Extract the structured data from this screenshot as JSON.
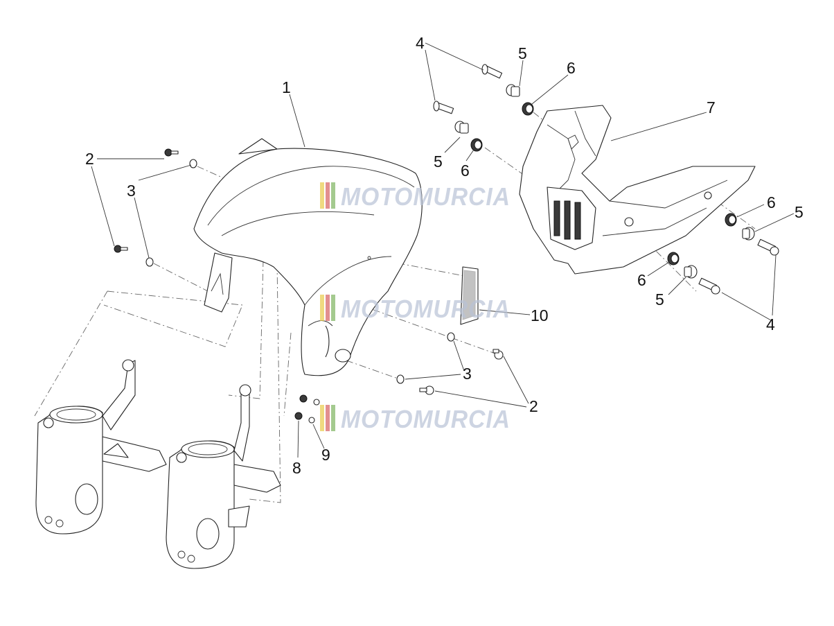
{
  "watermark": {
    "text": "MOTOMURCIA",
    "stripe_colors": [
      "#e9ce55",
      "#d86a6a",
      "#86b86a"
    ]
  },
  "callouts": {
    "c1": "1",
    "c2a": "2",
    "c2b": "2",
    "c3a": "3",
    "c3b": "3",
    "c4a": "4",
    "c4b": "4",
    "c5a": "5",
    "c5b": "5",
    "c5c": "5",
    "c5d": "5",
    "c6a": "6",
    "c6b": "6",
    "c6c": "6",
    "c6d": "6",
    "c7": "7",
    "c8": "8",
    "c9": "9",
    "c10": "10"
  }
}
